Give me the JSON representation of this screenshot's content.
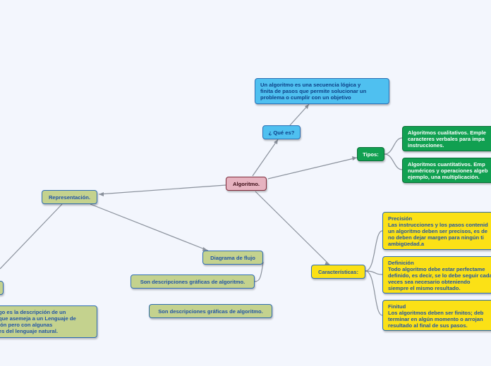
{
  "central": "Algoritmo.",
  "que_es": {
    "label": "¿ Qué es?",
    "definition": "Un algoritmo es una secuencia lógica y\nfinita de pasos que permite solucionar un\nproblema o cumplir con un objetivo"
  },
  "tipos": {
    "label": "Tipos:",
    "items": [
      "Algoritmos cualitativos. Emple\ncaracteres verbales para impa\ninstrucciones.",
      "Algoritmos cuantitativos. Emp\nnuméricos y operaciones algeb\nejemplo, una multiplicación."
    ]
  },
  "caracteristicas": {
    "label": "Características:",
    "items": [
      "Precisión\nLas instrucciones y los pasos contenid\nun algoritmo deben ser precisos, es de\nno deben dejar margen para ningún ti\nambigüedad.a",
      "Definición\nTodo algoritmo debe estar perfectame\ndefinido, es decir, se lo debe seguir cada\nveces sea necesario obteniendo\nsiempre el mismo resultado.",
      "Finitud\nLos algoritmos deben ser finitos; deb\nterminar en algún momento o arrojan\nresultado al final de sus pasos."
    ]
  },
  "representacion": {
    "label": "Representación.",
    "diagrama": "Diagrama de flujo",
    "diagrama_desc": "Son descripciones gráficas de algoritmo.",
    "desc2": "Son descripciones gráficas de algoritmo.",
    "pseudo_desc": "go es la descripción de un\nque asemeja a un Lenguaje de\nión pero con algunas\nes del lenguaje natural."
  }
}
